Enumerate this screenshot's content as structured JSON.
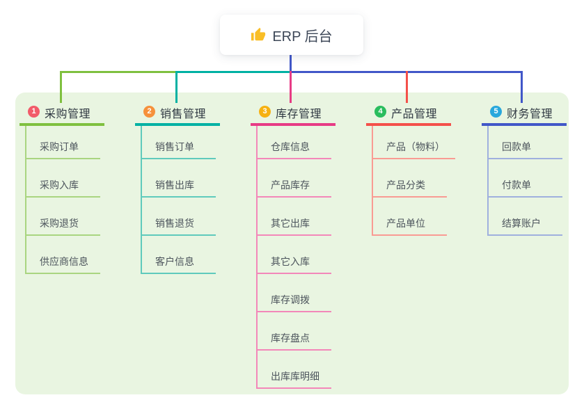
{
  "page": {
    "bg": "#ffffff",
    "panel_bg": "#e9f5e1"
  },
  "root": {
    "label": "ERP 后台",
    "icon": "thumbs-up",
    "icon_color": "#f9be26"
  },
  "branches": [
    {
      "number": "1",
      "label": "采购管理",
      "badge_color": "#f25b69",
      "line_color": "#7fc03f",
      "child_line_color": "#a9d580",
      "children": [
        "采购订单",
        "采购入库",
        "采购退货",
        "供应商信息"
      ]
    },
    {
      "number": "2",
      "label": "销售管理",
      "badge_color": "#f6913b",
      "line_color": "#00b1a3",
      "child_line_color": "#5fcabc",
      "children": [
        "销售订单",
        "销售出库",
        "销售退货",
        "客户信息"
      ]
    },
    {
      "number": "3",
      "label": "库存管理",
      "badge_color": "#f6b112",
      "line_color": "#e73b85",
      "child_line_color": "#f387b9",
      "children": [
        "仓库信息",
        "产品库存",
        "其它出库",
        "其它入库",
        "库存调拨",
        "库存盘点",
        "出库库明细"
      ]
    },
    {
      "number": "4",
      "label": "产品管理",
      "badge_color": "#2abd5e",
      "line_color": "#f4504a",
      "child_line_color": "#f99b93",
      "children": [
        "产品（物料）",
        "产品分类",
        "产品单位"
      ]
    },
    {
      "number": "5",
      "label": "财务管理",
      "badge_color": "#28a8dc",
      "line_color": "#4157c8",
      "child_line_color": "#9fb0de",
      "children": [
        "回款单",
        "付款单",
        "结算账户"
      ]
    }
  ]
}
